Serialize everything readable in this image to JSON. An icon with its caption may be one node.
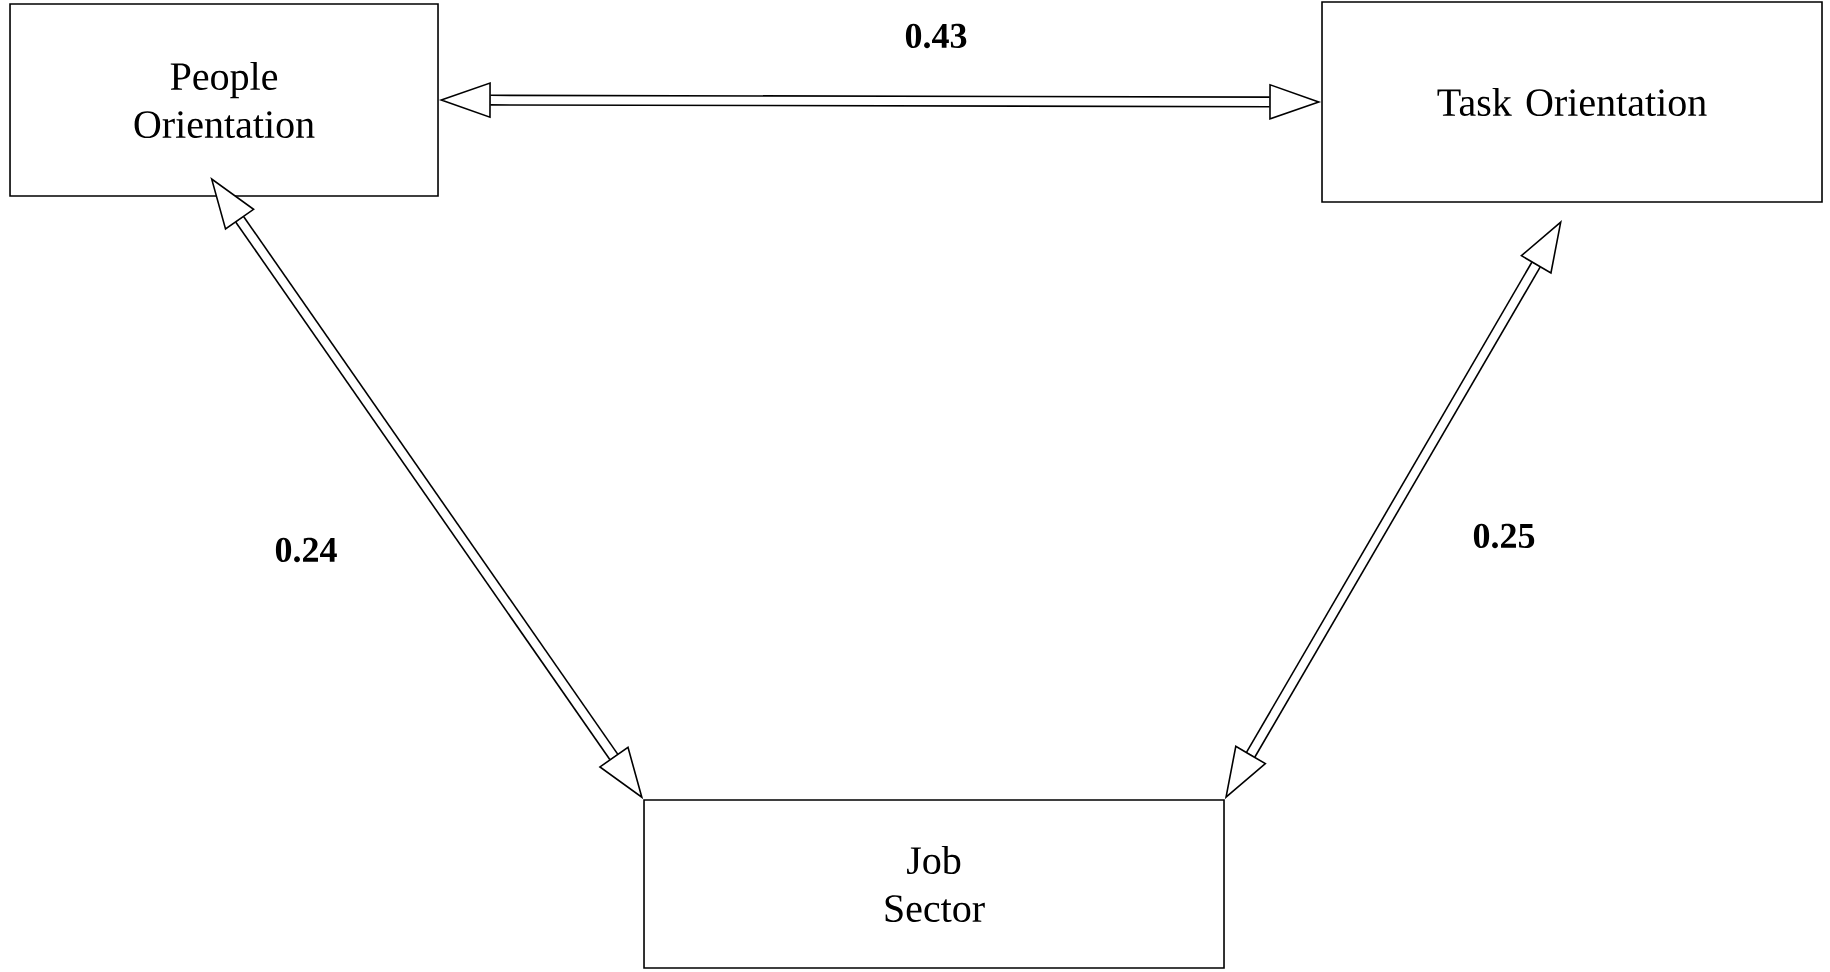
{
  "diagram": {
    "nodes": [
      {
        "text": [
          "People Orientation"
        ]
      },
      {
        "text": [
          "Task Orientation"
        ]
      },
      {
        "text": [
          "Job Sector"
        ]
      }
    ],
    "edges": [
      {
        "from": 0,
        "to": 1,
        "arrow": "both",
        "label": "0.43"
      },
      {
        "from": 0,
        "to": 2,
        "arrow": "both",
        "label": "0.24"
      },
      {
        "from": 1,
        "to": 2,
        "arrow": "both",
        "label": "0.25"
      }
    ]
  }
}
